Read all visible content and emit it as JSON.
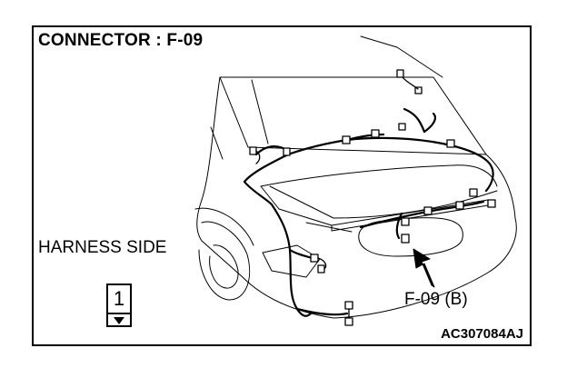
{
  "diagram": {
    "title": "CONNECTOR : F-09",
    "side_label": "HARNESS SIDE",
    "callout_label": "F-09 (B)",
    "view_number": "1",
    "figure_code": "AC307084AJ"
  },
  "colors": {
    "ink": "#000000",
    "paper": "#ffffff"
  }
}
